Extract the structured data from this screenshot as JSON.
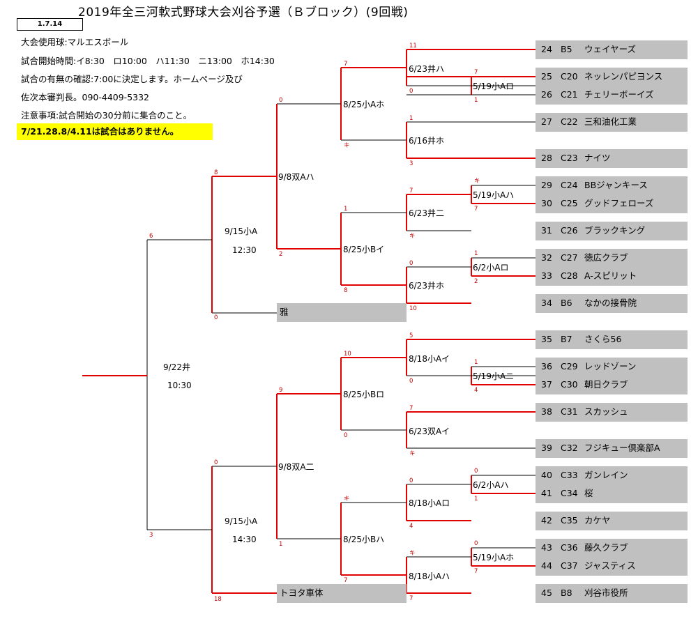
{
  "title": "2019年全三河軟式野球大会刈谷予選（Ｂブロック）(9回戦)",
  "date_box": "1.7.14",
  "info_lines": [
    "大会使用球:マルエスボール",
    "試合開始時間:イ8:30　ロ10:00　ハ11:30　ニ13:00　ホ14:30",
    "試合の有無の確認:7:00に決定します。ホームページ及び",
    "佐次本審判長。090-4409-5332",
    "注意事項:試合開始の30分前に集合のこと。"
  ],
  "notice": "7/21.28.8/4.11は試合はありません。",
  "teams": [
    {
      "num": "24",
      "code": "B5",
      "name": "ウェイヤーズ"
    },
    {
      "num": "25",
      "code": "C20",
      "name": "ネッレンパピヨンス"
    },
    {
      "num": "26",
      "code": "C21",
      "name": "チェリーボーイズ"
    },
    {
      "num": "27",
      "code": "C22",
      "name": "三和油化工業"
    },
    {
      "num": "28",
      "code": "C23",
      "name": "ナイツ"
    },
    {
      "num": "29",
      "code": "C24",
      "name": "BBジャンキース"
    },
    {
      "num": "30",
      "code": "C25",
      "name": "グッドフェローズ"
    },
    {
      "num": "31",
      "code": "C26",
      "name": "ブラックキング"
    },
    {
      "num": "32",
      "code": "C27",
      "name": "徳広クラブ"
    },
    {
      "num": "33",
      "code": "C28",
      "name": "A-スピリット"
    },
    {
      "num": "34",
      "code": "B6",
      "name": "なかの接骨院"
    },
    {
      "num": "35",
      "code": "B7",
      "name": "さくら56"
    },
    {
      "num": "36",
      "code": "C29",
      "name": "レッドゾーン"
    },
    {
      "num": "37",
      "code": "C30",
      "name": "朝日クラブ"
    },
    {
      "num": "38",
      "code": "C31",
      "name": "スカッシュ"
    },
    {
      "num": "39",
      "code": "C32",
      "name": "フジキュー倶楽部A"
    },
    {
      "num": "40",
      "code": "C33",
      "name": "ガンレイン"
    },
    {
      "num": "41",
      "code": "C34",
      "name": "桜"
    },
    {
      "num": "42",
      "code": "C35",
      "name": "カケヤ"
    },
    {
      "num": "43",
      "code": "C36",
      "name": "藤久クラブ"
    },
    {
      "num": "44",
      "code": "C37",
      "name": "ジャスティス"
    },
    {
      "num": "45",
      "code": "B8",
      "name": "刈谷市役所"
    }
  ],
  "seeds": [
    "雅",
    "トヨタ車体"
  ],
  "matches": {
    "r1_a": "5/19小Aロ",
    "r1_b": "5/19小Aハ",
    "r1_c": "6/2小Aロ",
    "r1_d": "5/19小Aニ",
    "r1_e": "6/2小Aハ",
    "r1_f": "5/19小Aホ",
    "r2_a": "6/23井ハ",
    "r2_b": "6/16井ホ",
    "r2_c": "6/23井二",
    "r2_d": "6/23井ホ",
    "r2_e": "8/18小Aイ",
    "r2_f": "6/23双Aイ",
    "r2_g": "8/18小Aロ",
    "r2_h": "8/18小Aハ",
    "r3_a": "8/25小Aホ",
    "r3_b": "8/25小Bイ",
    "r3_c": "8/25小Bロ",
    "r3_d": "8/25小Bハ",
    "r4_a": "9/8双Aハ",
    "r4_b": "9/8双A二",
    "r5_a_date": "9/15小A",
    "r5_a_time": "12:30",
    "r5_b_date": "9/15小A",
    "r5_b_time": "14:30",
    "final_date": "9/22井",
    "final_time": "10:30"
  },
  "scores": {
    "s24": "11",
    "s2526": "0",
    "s25": "7",
    "s26": "1",
    "s27": "1",
    "s28": "3",
    "r3a_top": "7",
    "r3a_bot": "キ",
    "s29": "キ",
    "s30": "7",
    "s2930": "7",
    "s31": "キ",
    "s32": "1",
    "s33": "2",
    "s3233": "0",
    "s34": "10",
    "r3b_top": "1",
    "r3b_bot": "8",
    "r4a_top": "0",
    "r4a_bot": "2",
    "r5a_top": "8",
    "r5a_bot": "0",
    "s35": "5",
    "s3637": "0",
    "s36": "1",
    "s37": "4",
    "s38": "7",
    "s39": "キ",
    "r3c_top": "10",
    "r3c_bot": "0",
    "s40": "0",
    "s41": "1",
    "s4041": "0",
    "s42": "4",
    "s43": "0",
    "s44": "7",
    "s4344": "キ",
    "s45": "7",
    "r3d_top": "キ",
    "r3d_bot": "7",
    "r4b_top": "9",
    "r4b_bot": "1",
    "r5b_top": "0",
    "r5b_bot": "18",
    "final_top": "6",
    "final_bot": "3"
  },
  "colors": {
    "win_line": "#e00000",
    "lose_line": "#000000",
    "notice_bg": "#ffff00",
    "team_bg": "#c0c0c0"
  }
}
